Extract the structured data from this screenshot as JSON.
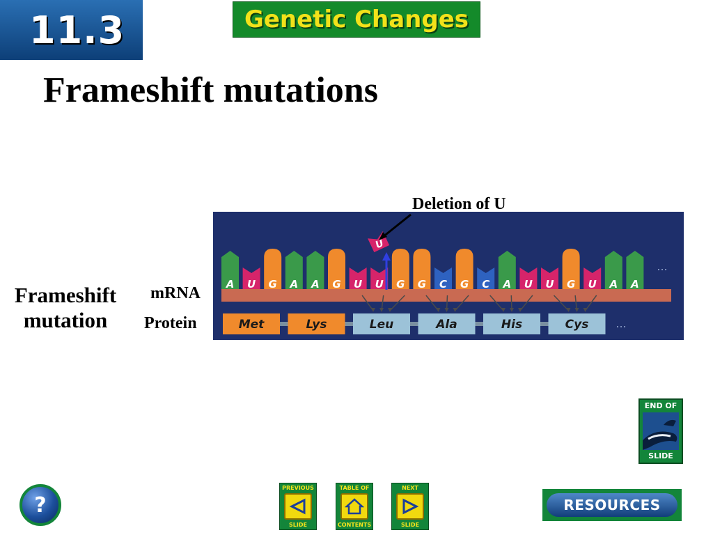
{
  "header": {
    "section_number": "11.3",
    "chapter_title": "Genetic Changes"
  },
  "slide": {
    "title": "Frameshift mutations",
    "side_label_line1": "Frameshift",
    "side_label_line2": "mutation",
    "mrna_label": "mRNA",
    "protein_label": "Protein",
    "deletion_label": "Deletion of U"
  },
  "diagram": {
    "deleted_base": "U",
    "mrna_bases": [
      "A",
      "U",
      "G",
      "A",
      "A",
      "G",
      "U",
      "U",
      "G",
      "G",
      "C",
      "G",
      "C",
      "A",
      "U",
      "U",
      "G",
      "U",
      "A",
      "A"
    ],
    "base_colors": {
      "A": "#3a9a4a",
      "U": "#d6246a",
      "G": "#f08a2c",
      "C": "#2e62c0"
    },
    "amino_acids": [
      {
        "name": "Met",
        "color": "#f08a2c"
      },
      {
        "name": "Lys",
        "color": "#f08a2c"
      },
      {
        "name": "Leu",
        "color": "#9cc2d8"
      },
      {
        "name": "Ala",
        "color": "#9cc2d8"
      },
      {
        "name": "His",
        "color": "#9cc2d8"
      },
      {
        "name": "Cys",
        "color": "#9cc2d8"
      }
    ],
    "continuation": "..."
  },
  "nav": {
    "previous_top": "PREVIOUS",
    "previous_bottom": "SLIDE",
    "contents_top": "TABLE OF",
    "contents_bottom": "CONTENTS",
    "next_top": "NEXT",
    "next_bottom": "SLIDE",
    "resources": "RESOURCES",
    "end_top": "END OF",
    "end_bottom": "SLIDE",
    "help": "?"
  }
}
